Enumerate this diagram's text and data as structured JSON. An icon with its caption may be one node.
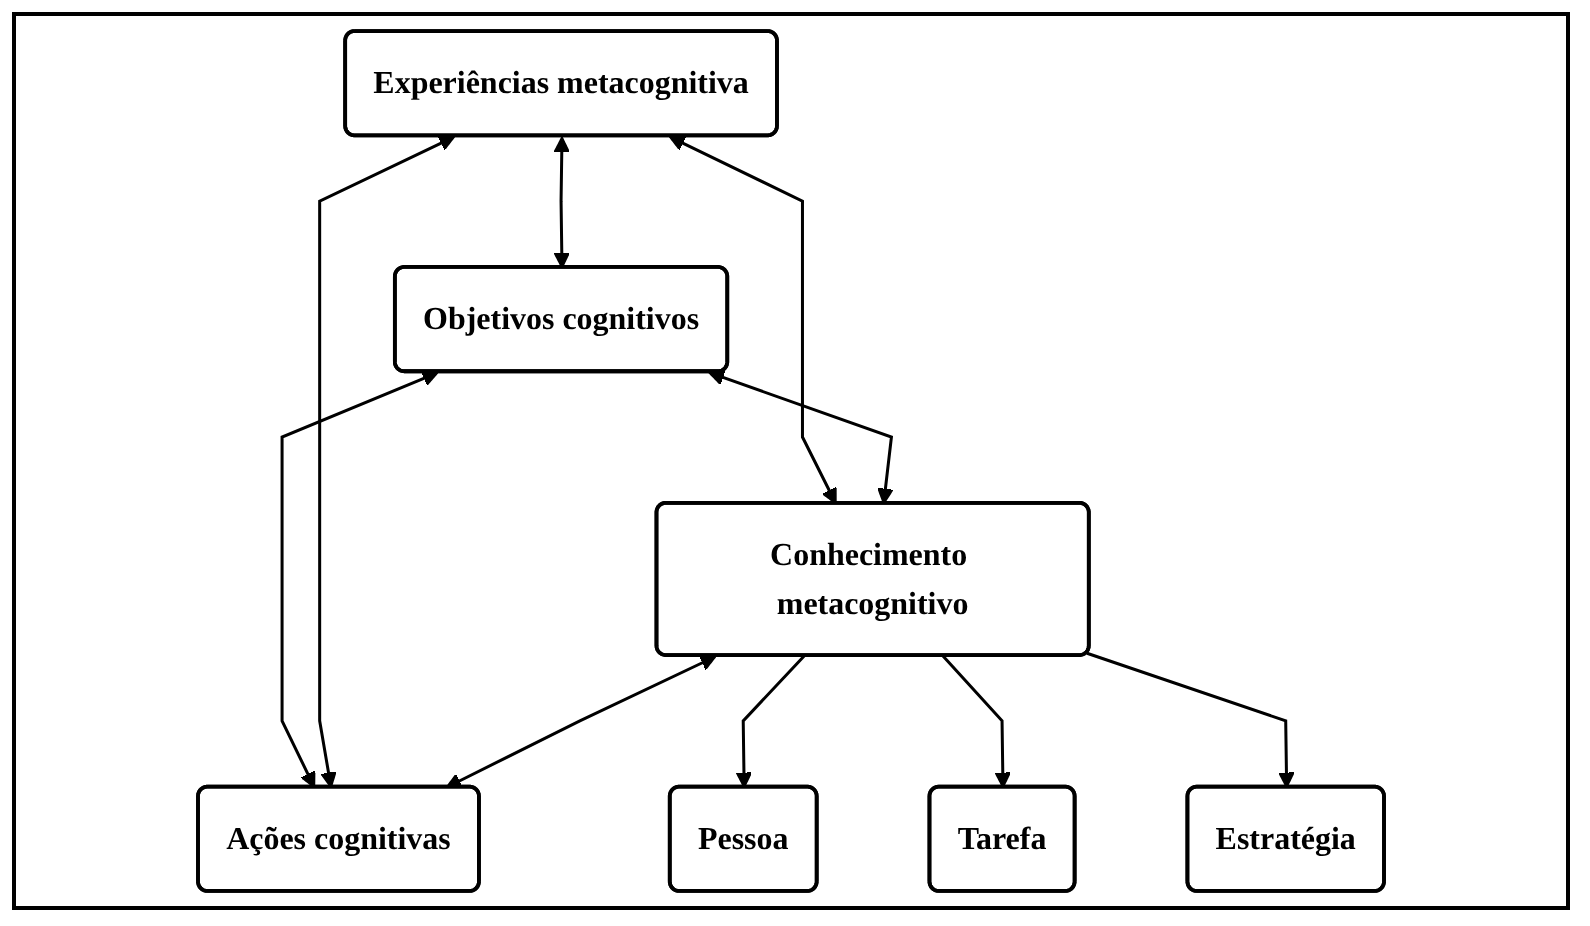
{
  "diagram": {
    "nodes": [
      {
        "text": [
          "Experiências metacognitiva"
        ]
      },
      {
        "text": [
          "Objetivos cognitivos"
        ]
      },
      {
        "text": [
          "Conhecimento metacognitivo"
        ]
      },
      {
        "text": [
          "Ações cognitivas"
        ]
      },
      {
        "text": [
          "Pessoa"
        ]
      },
      {
        "text": [
          "Tarefa"
        ]
      },
      {
        "text": [
          "Estratégia"
        ]
      }
    ],
    "edges": [
      {
        "from": 0,
        "to": 1,
        "arrow": "both"
      },
      {
        "from": 0,
        "to": 2,
        "arrow": "both"
      },
      {
        "from": 1,
        "to": 3,
        "arrow": "both"
      },
      {
        "from": 0,
        "to": 3,
        "arrow": "both"
      },
      {
        "from": 1,
        "to": 2,
        "arrow": "both"
      },
      {
        "from": 2,
        "to": 3,
        "arrow": "both"
      },
      {
        "from": 2,
        "to": 4,
        "arrow": "to"
      },
      {
        "from": 2,
        "to": 5,
        "arrow": "to"
      },
      {
        "from": 2,
        "to": 6,
        "arrow": "to"
      }
    ]
  }
}
